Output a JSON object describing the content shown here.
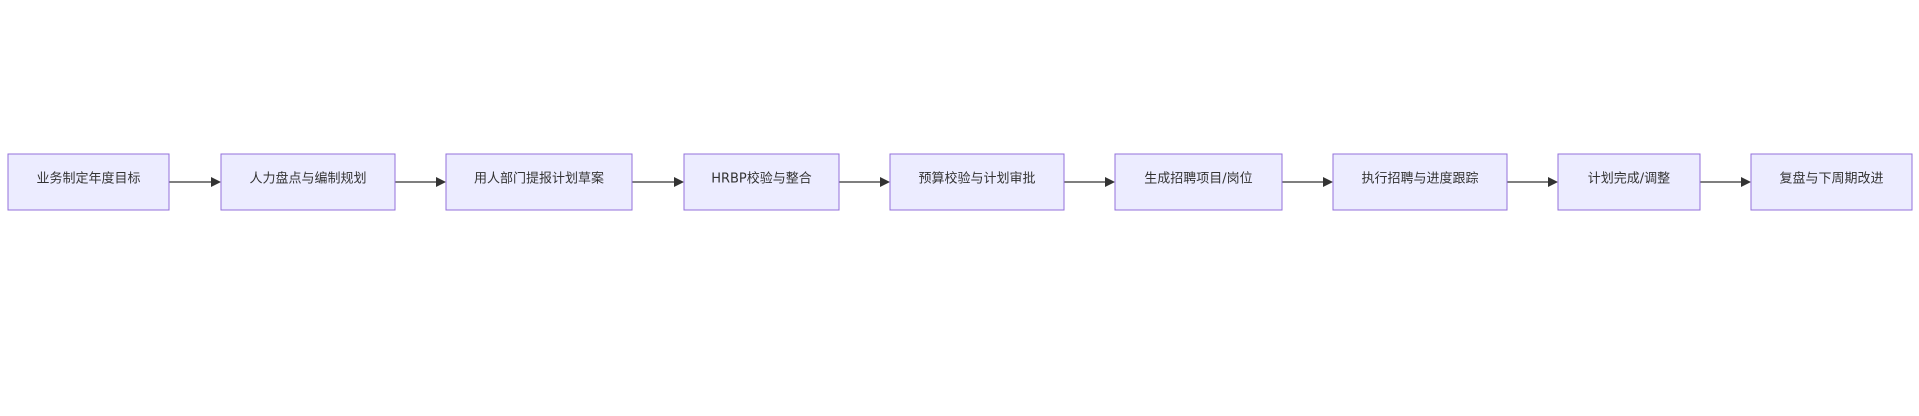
{
  "diagram": {
    "type": "flowchart",
    "direction": "left-to-right",
    "colors": {
      "node_fill": "#ECECFF",
      "node_stroke": "#9370DB",
      "text": "#333333",
      "edge": "#333333",
      "background": "#FFFFFF"
    },
    "nodes": [
      {
        "id": "n1",
        "label": "业务制定年度目标"
      },
      {
        "id": "n2",
        "label": "人力盘点与编制规划"
      },
      {
        "id": "n3",
        "label": "用人部门提报计划草案"
      },
      {
        "id": "n4",
        "label": "HRBP校验与整合"
      },
      {
        "id": "n5",
        "label": "预算校验与计划审批"
      },
      {
        "id": "n6",
        "label": "生成招聘项目/岗位"
      },
      {
        "id": "n7",
        "label": "执行招聘与进度跟踪"
      },
      {
        "id": "n8",
        "label": "计划完成/调整"
      },
      {
        "id": "n9",
        "label": "复盘与下周期改进"
      }
    ],
    "edges": [
      {
        "from": "n1",
        "to": "n2"
      },
      {
        "from": "n2",
        "to": "n3"
      },
      {
        "from": "n3",
        "to": "n4"
      },
      {
        "from": "n4",
        "to": "n5"
      },
      {
        "from": "n5",
        "to": "n6"
      },
      {
        "from": "n6",
        "to": "n7"
      },
      {
        "from": "n7",
        "to": "n8"
      },
      {
        "from": "n8",
        "to": "n9"
      }
    ]
  }
}
